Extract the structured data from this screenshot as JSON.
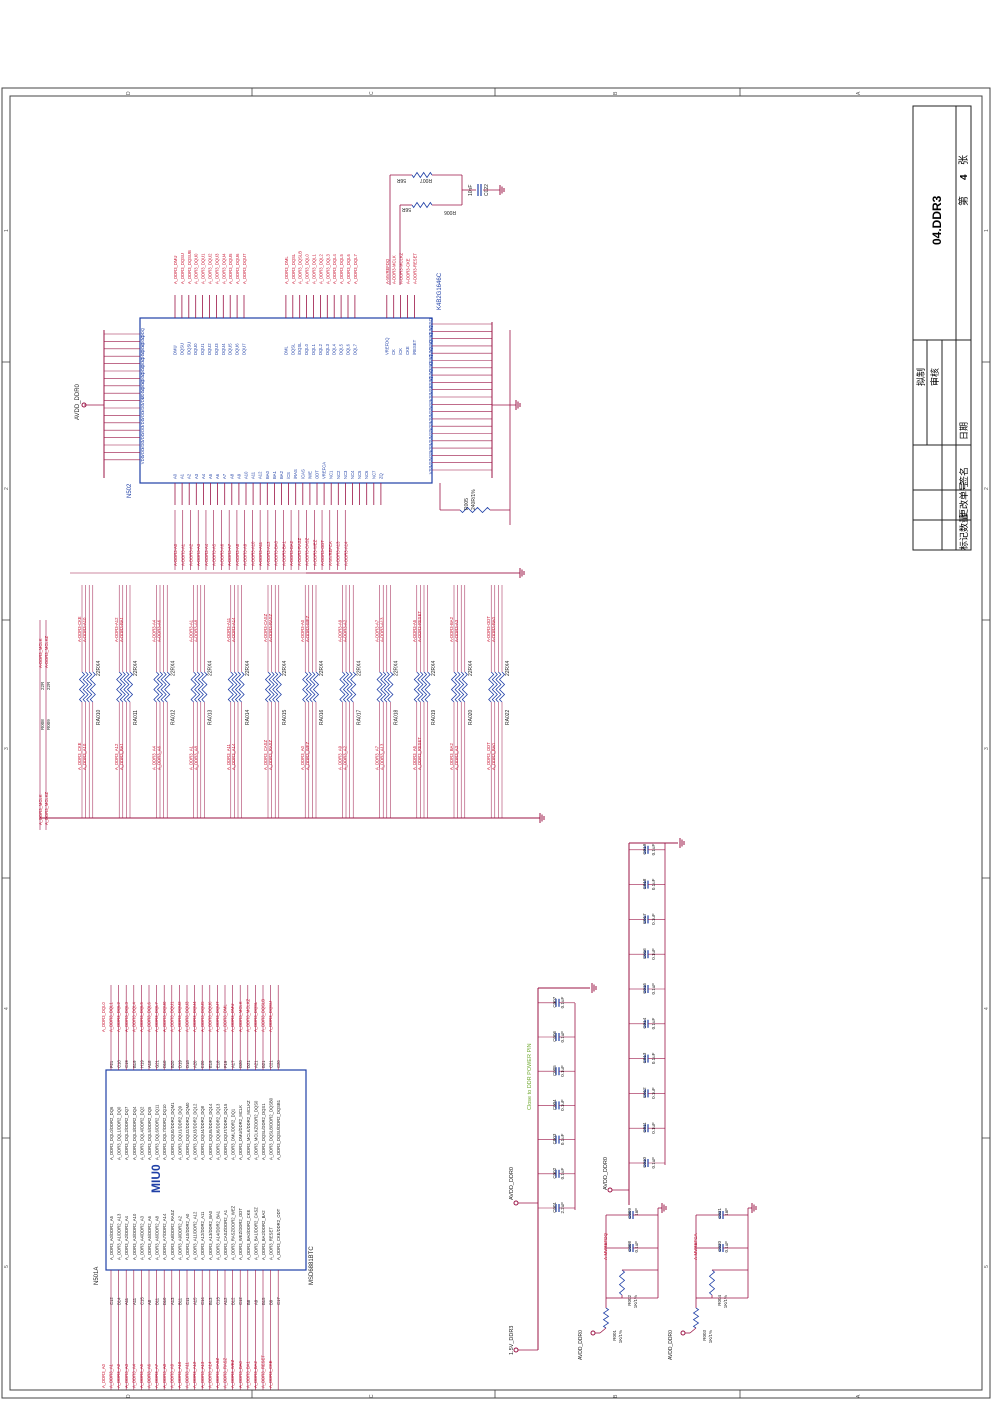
{
  "title_block": {
    "drawing_title": "04.DDR3",
    "sheet_label_prefix": "第",
    "sheet_number": "4",
    "sheet_label_suffix": "张",
    "drafted_label": "拟制",
    "reviewed_label": "审核",
    "date_label": "日期",
    "sign_label": "签名",
    "change_no_label": "更改单号",
    "marker_count_label": "标记数量"
  },
  "zones": {
    "rows": [
      "D",
      "C",
      "B",
      "A"
    ],
    "cols": [
      "1",
      "2",
      "3",
      "4",
      "5"
    ]
  },
  "colors": {
    "wire": "#9b1446",
    "component": "#1f3fa6",
    "net_label": "#c8102e",
    "note": "#6fa82e",
    "frame": "#333333"
  },
  "u_ddr3": {
    "refdes": "N502",
    "part": "K4B2G1646C",
    "supply_net": "AVDD_DDR0",
    "left_pins": [
      "A0",
      "A1",
      "A2",
      "A3",
      "A4",
      "A5",
      "A6",
      "A7",
      "A8",
      "A9",
      "A10",
      "A11",
      "A12",
      "BA0",
      "BA1",
      "BA2",
      "/CS",
      "/RAS",
      "/CAS",
      "/WE",
      "ODT",
      "VREFCA",
      "NC1",
      "NC2",
      "NC3",
      "NC4",
      "NC5",
      "NC6",
      "NC7",
      "ZQ"
    ],
    "right_pins": [
      "DMU",
      "DQSU",
      "/DQSU",
      "DQU0",
      "DQU1",
      "DQU2",
      "DQU3",
      "DQU4",
      "DQU5",
      "DQU6",
      "DQU7",
      "DML",
      "DQSL",
      "/DQSL",
      "DQL0",
      "DQL1",
      "DQL2",
      "DQL3",
      "DQL4",
      "DQL5",
      "DQL6",
      "DQL7",
      "VREFDQ",
      "CK",
      "/CK",
      "CKE",
      "/RESET"
    ],
    "vdd_pins": [
      "VDDQ",
      "VDDQ",
      "VDDQ",
      "VDDQ",
      "VDDQ",
      "VDDQ",
      "VDDQ",
      "VDDQ",
      "VDDQ",
      "VDD",
      "VDD",
      "VDD",
      "VDD",
      "VDD",
      "VDD",
      "VDD",
      "VDD",
      "VDD"
    ],
    "vss_pins": [
      "VSSQ",
      "VSSQ",
      "VSSQ",
      "VSSQ",
      "VSSQ",
      "VSSQ",
      "VSSQ",
      "VSSQ",
      "VSSQ",
      "VSS",
      "VSS",
      "VSS",
      "VSS",
      "VSS",
      "VSS",
      "VSS",
      "VSS",
      "VSS",
      "VSS",
      "VSS",
      "VSS"
    ],
    "addr_nets": [
      "A-DDR3-A0",
      "A-DDR3-A1",
      "A-DDR3-A2",
      "A-DDR3-A3",
      "A-DDR3-A4",
      "A-DDR3-A5",
      "A-DDR3-A6",
      "A-DDR3-A7",
      "A-DDR3-A8",
      "A-DDR3-A9",
      "A-DDR3-A10",
      "A-DDR3-A11",
      "A-DDR3-A12",
      "A-DDR3-BA0",
      "A-DDR3-BA1",
      "A-DDR3-BA2",
      "A-DDR3-RASZ",
      "A-DDR3-CASZ",
      "A-DDR3-WEZ",
      "A-DDR3-ODT",
      "A-MVREFCA",
      "A-DDR3-A13",
      "A-DDR3-A14"
    ],
    "data_nets": [
      "A_DDR3_DMU",
      "A_DDR3_DQSU",
      "A_DDR3_DQSUB",
      "A_DDR3_DQU0",
      "A_DDR3_DQU1",
      "A_DDR3_DQU2",
      "A_DDR3_DQU3",
      "A_DDR3_DQU4",
      "A_DDR3_DQU5",
      "A_DDR3_DQU6",
      "A_DDR3_DQU7",
      "A_DDR3_DML",
      "A_DDR3_DQSL",
      "A_DDR3_DQSLB",
      "A_DDR3_DQL0",
      "A_DDR3_DQL1",
      "A_DDR3_DQL2",
      "A_DDR3_DQL3",
      "A_DDR3_DQL4",
      "A_DDR3_DQL5",
      "A_DDR3_DQL6",
      "A_DDR3_DQL7",
      "A-MVREFDQ",
      "A-DDR3-MCLK",
      "A-DDR3-MCLKZ",
      "A-DDR3-CKE",
      "A-DDR3-RESET"
    ],
    "zq_resistor": {
      "ref": "R005",
      "value": "240R/1%"
    }
  },
  "clock_term": {
    "resistors": [
      {
        "ref": "R007",
        "value": "56R"
      },
      {
        "ref": "R006",
        "value": "56R"
      }
    ],
    "cap": {
      "ref": "C022",
      "value": "10nF"
    }
  },
  "rpacks": [
    {
      "ref": "RA010",
      "value": "22RX4",
      "in": [
        "A_DDR3_CKE",
        "A_DDR3_A10"
      ],
      "out": [
        "A-DDR3-CKE",
        "A-DDR3-A10"
      ]
    },
    {
      "ref": "RA011",
      "value": "22RX4",
      "in": [
        "A_DDR3_A12",
        "A_DDR3_BA1"
      ],
      "out": [
        "A-DDR3-A12",
        "A-DDR3-BA1"
      ]
    },
    {
      "ref": "RA012",
      "value": "22RX4",
      "in": [
        "A_DDR3_A4",
        "A_DDR3_A6"
      ],
      "out": [
        "A-DDR3-A4",
        "A-DDR3-A6"
      ]
    },
    {
      "ref": "RA013",
      "value": "22RX4",
      "in": [
        "A_DDR3_A1",
        "A_DDR3_A8"
      ],
      "out": [
        "A-DDR3-A1",
        "A-DDR3-A8"
      ]
    },
    {
      "ref": "RA014",
      "value": "22RX4",
      "in": [
        "A_DDR3_A11",
        "A_DDR3_A14"
      ],
      "out": [
        "A-DDR3-A11",
        "A-DDR3-A14"
      ]
    },
    {
      "ref": "RA015",
      "value": "22RX4",
      "in": [
        "A_DDR3_CASZ",
        "A_DDR3_RASZ"
      ],
      "out": [
        "A-DDR3-CASZ",
        "A-DDR3-RASZ"
      ]
    },
    {
      "ref": "RA016",
      "value": "22RX4",
      "in": [
        "A_DDR3_A0",
        "A_DDR3_WEZ"
      ],
      "out": [
        "A-DDR3-A0",
        "A-DDR3-WEZ"
      ]
    },
    {
      "ref": "RA017",
      "value": "22RX4",
      "in": [
        "A_DDR3_A9",
        "A_DDR3_A2"
      ],
      "out": [
        "A-DDR3-A9",
        "A-DDR3-A2"
      ]
    },
    {
      "ref": "RA018",
      "value": "22RX4",
      "in": [
        "A_DDR3_A7",
        "A_DDR3_A13"
      ],
      "out": [
        "A-DDR3-A7",
        "A-DDR3-A13"
      ]
    },
    {
      "ref": "RA019",
      "value": "22RX4",
      "in": [
        "A_DDR3_A5",
        "A_DDR3_RESET"
      ],
      "out": [
        "A-DDR3-A5",
        "A-DDR3-RESET"
      ]
    },
    {
      "ref": "RA020",
      "value": "22RX4",
      "in": [
        "A_DDR3_BA2",
        "A_DDR3_A3"
      ],
      "out": [
        "A-DDR3-BA2",
        "A-DDR3-A3"
      ]
    },
    {
      "ref": "RA022",
      "value": "22RX4",
      "in": [
        "A_DDR3_ODT",
        "A_DDR3_BA0"
      ],
      "out": [
        "A-DDR3-ODT",
        "A-DDR3-BA0"
      ]
    }
  ],
  "clock_series": [
    {
      "ref": "R008",
      "value": "22R",
      "in": "A_DDR3_MCLK",
      "out": "A-DDR3_MCLK"
    },
    {
      "ref": "R009",
      "value": "22R",
      "in": "A_DDR3_MCLKZ",
      "out": "A-DDR3_MCLKZ"
    }
  ],
  "miu": {
    "refdes": "N501A",
    "part": "MSD6881BTC",
    "block_title": "MIU0",
    "left_pins": [
      "A_DDR3_A0/DDR2_A5",
      "A_DDR3_A1/DDR2_A13",
      "A_DDR3_A2/DDR2_A4",
      "A_DDR3_A3/DDR2_A10",
      "A_DDR3_A4/DDR2_A3",
      "A_DDR3_A5/DDR2_A6",
      "A_DDR3_A6/DDR2_A8",
      "A_DDR3_A7/DDR2_A14",
      "A_DDR3_A8/DDR2_RASZ",
      "A_DDR3_A9/DDR2_A2",
      "A_DDR3_A10/DDR2_A0",
      "A_DDR3_A11/DDR2_A12",
      "A_DDR3_A12/DDR2_A11",
      "A_DDR3_A13/DDR2_BA0",
      "A_DDR3_A14/DDR2_BA1",
      "A_DDR3_CASZ/DDR2_A1",
      "A_DDR3_RASZ/DDR2_WEZ",
      "A_DDR3_WEZ/DDR2_ODT",
      "A_DDR3_BA0/DDR2_CKE",
      "A_DDR3_BA1/DDR2_CASZ",
      "A_DDR3_BA2/DDR2_BA2",
      "A_DDR3_RESET",
      "A_DDR3_CKE/DDR2_ODT"
    ],
    "left_nets": [
      "A_DDR3_A0",
      "A_DDR3_A1",
      "A_DDR3_A2",
      "A_DDR3_A3",
      "A_DDR3_A4",
      "A_DDR3_A5",
      "A_DDR3_A6",
      "A_DDR3_A7",
      "A_DDR3_A8",
      "A_DDR3_A9",
      "A_DDR3_A10",
      "A_DDR3_A11",
      "A_DDR3_A12",
      "A_DDR3_A13",
      "A_DDR3_A14",
      "A_DDR3_CASZ",
      "A_DDR3_RASZ",
      "A_DDR3_WEZ",
      "A_DDR3_BA0",
      "A_DDR3_BA1",
      "A_DDR3_BA2",
      "A_DDR3_RESET",
      "A_DDR3_CKE"
    ],
    "left_pin_nos": [
      "C12",
      "B14",
      "A11",
      "A11",
      "C15",
      "A8",
      "B11",
      "B10",
      "A13",
      "B11",
      "C11",
      "A15",
      "C14",
      "B13",
      "C13",
      "A12",
      "B12",
      "C12",
      "B8",
      "A9",
      "B15",
      "B9",
      "C17"
    ],
    "right_pins": [
      "A_DDR3_DQL0/DDR2_DQ6",
      "A_DDR3_DQL1/DDR2_DQ0",
      "A_DDR3_DQL2/DDR2_DQ7",
      "A_DDR3_DQL3/DDR2_DQ4",
      "A_DDR3_DQL4/DDR2_DQ2",
      "A_DDR3_DQL5/DDR2_DQ5",
      "A_DDR3_DQL6/DDR2_DQ11",
      "A_DDR3_DQL7/DDR2_DQ10",
      "A_DDR3_DQU0/DDR2_DQM1",
      "A_DDR3_DQU1/DDR2_DQ9",
      "A_DDR3_DQU2/DDR2_DQM0",
      "A_DDR3_DQU3/DDR2_DQ12",
      "A_DDR3_DQU4/DDR2_DQ8",
      "A_DDR3_DQU5/DDR2_DQ14",
      "A_DDR3_DQU6/DDR2_DQ13",
      "A_DDR3_DQU7/DDR2_DQ15",
      "A_DDR3_DML/DDR2_DQ1",
      "A_DDR3_DMU/DDR2_MCLK",
      "A_DDR3_MCLK/DDR2_MCLKZ",
      "A_DDR3_MCLKZ/DDR2_DQS0",
      "A_DDR3_DQSL/DDR2_DQS1",
      "A_DDR3_DQSLB/DDR2_DQSB0",
      "A_DDR3_DQSU/DDR2_DQSB1"
    ],
    "right_nets": [
      "A_DDR3_DQL0",
      "A_DDR3_DQL1",
      "A_DDR3_DQL2",
      "A_DDR3_DQL3",
      "A_DDR3_DQL4",
      "A_DDR3_DQL5",
      "A_DDR3_DQL6",
      "A_DDR3_DQL7",
      "A_DDR3_DQU0",
      "A_DDR3_DQU1",
      "A_DDR3_DQU2",
      "A_DDR3_DQU3",
      "A_DDR3_DQU4",
      "A_DDR3_DQU5",
      "A_DDR3_DQU6",
      "A_DDR3_DQU7",
      "A_DDR3_DML",
      "A_DDR3_DMU",
      "A_DDR3_MCLK",
      "A_DDR3_MCLKZ",
      "A_DDR3_DQSL",
      "A_DDR3_DQSLB",
      "A_DDR3_DQSU"
    ],
    "right_pin_nos": [
      "F21",
      "C18",
      "C19",
      "B19",
      "H19",
      "A18",
      "G21",
      "B18",
      "B20",
      "D19",
      "D18",
      "A20",
      "E20",
      "E19",
      "E18",
      "F19",
      "A17",
      "D20",
      "D21",
      "A21",
      "B21",
      "C21",
      "C20"
    ]
  },
  "decoupling": {
    "note": "Close to DDR POWER PIN",
    "supply_net": "AVDD_DDR0",
    "row1": [
      {
        "ref": "C001",
        "value": "2.2uF"
      },
      {
        "ref": "C002",
        "value": "0.1uF"
      },
      {
        "ref": "C003",
        "value": "0.1uF"
      },
      {
        "ref": "C004",
        "value": "0.1uF"
      },
      {
        "ref": "C005",
        "value": "0.1uF"
      },
      {
        "ref": "C006",
        "value": "0.1uF"
      },
      {
        "ref": "C007",
        "value": "0.1uF"
      }
    ],
    "row2": [
      {
        "ref": "C010",
        "value": "0.1uF"
      },
      {
        "ref": "C011",
        "value": "0.1uF"
      },
      {
        "ref": "C012",
        "value": "0.1uF"
      },
      {
        "ref": "C013",
        "value": "0.1uF"
      },
      {
        "ref": "C014",
        "value": "0.1uF"
      },
      {
        "ref": "C015",
        "value": "0.1uF"
      },
      {
        "ref": "C016",
        "value": "0.1uF"
      },
      {
        "ref": "C017",
        "value": "0.1uF"
      },
      {
        "ref": "C018",
        "value": "0.1uF"
      },
      {
        "ref": "C019",
        "value": "0.1uF"
      }
    ]
  },
  "vref_circuits": [
    {
      "supply": "AVDD_DDR0",
      "r_top": {
        "ref": "R001",
        "value": "1K/1%"
      },
      "r_bot": {
        "ref": "R002",
        "value": "1K/1%"
      },
      "c1": {
        "ref": "C008",
        "value": "0.1uF"
      },
      "c2": {
        "ref": "C009",
        "value": "1nF"
      },
      "net": "A-MVREFDQ"
    },
    {
      "supply": "AVDD_DDR0",
      "r_top": {
        "ref": "R003",
        "value": "1K/1%"
      },
      "r_bot": {
        "ref": "R004",
        "value": "1K/1%"
      },
      "c1": {
        "ref": "C020",
        "value": "0.1uF"
      },
      "c2": {
        "ref": "C021",
        "value": "1nF"
      },
      "net": "A-MVREFCA"
    }
  ],
  "rail_label": "1.5V_DDR3"
}
